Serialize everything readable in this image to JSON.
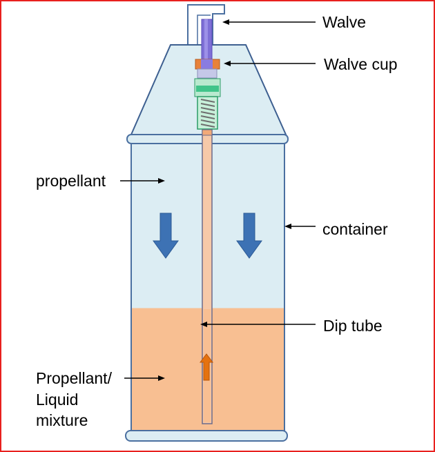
{
  "labels": {
    "valve": "Walve",
    "valve_cup": "Walve cup",
    "propellant": "propellant",
    "container": "container",
    "dip_tube": "Dip tube",
    "mixture_line1": "Propellant/",
    "mixture_line2": "Liquid",
    "mixture_line3": "mixture"
  },
  "colors": {
    "frame": "#e8201e",
    "container_fill": "#dcedf3",
    "outline": "#4a6fa0",
    "liquid": "#f8bf92",
    "arrow_down": "#3d72b4",
    "arrow_up": "#e5720f",
    "valve_stem": "#7e6fd6",
    "cup": "#e8823a",
    "seal": "#41c48a"
  },
  "icons": {
    "flow_down": "arrow-down-icon",
    "flow_up": "arrow-up-icon"
  }
}
